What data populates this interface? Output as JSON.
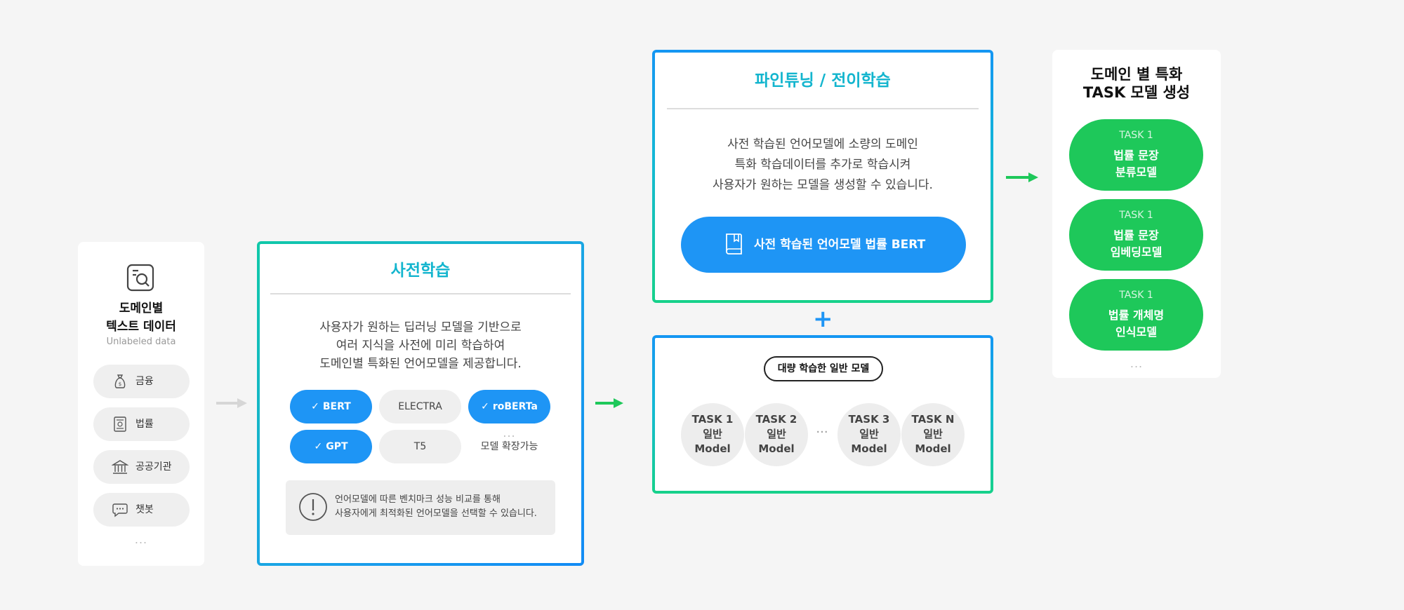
{
  "data_panel": {
    "title_line1": "도메인별",
    "title_line2": "텍스트 데이터",
    "subtitle": "Unlabeled data",
    "items": [
      {
        "label": "금융",
        "icon": "money-bag-icon"
      },
      {
        "label": "법률",
        "icon": "law-document-icon"
      },
      {
        "label": "공공기관",
        "icon": "government-building-icon"
      },
      {
        "label": "챗봇",
        "icon": "chat-bubble-icon"
      }
    ],
    "more": "..."
  },
  "pretrain": {
    "title": "사전학습",
    "desc_line1": "사용자가 원하는 딥러닝 모델을 기반으로",
    "desc_line2": "여러 지식을 사전에 미리 학습하여",
    "desc_line3": "도메인별 특화된 언어모델을 제공합니다.",
    "models": [
      {
        "label": "BERT",
        "selected": true
      },
      {
        "label": "ELECTRA",
        "selected": false
      },
      {
        "label": "roBERTa",
        "selected": true
      },
      {
        "label": "GPT",
        "selected": true
      },
      {
        "label": "T5",
        "selected": false
      }
    ],
    "more_dots": "...",
    "more_label": "모델 확장가능",
    "notice_line1": "언어모델에 따른 벤치마크 성능 비교를 통해",
    "notice_line2": "사용자에게 최적화된 언어모델을 선택할 수 있습니다."
  },
  "finetune": {
    "title": "파인튜닝 / 전이학습",
    "desc_line1": "사전 학습된 언어모델에 소량의 도메인",
    "desc_line2": "특화 학습데이터를 추가로 학습시켜",
    "desc_line3": "사용자가 원하는 모델을 생성할 수 있습니다.",
    "cta_label": "사전 학습된 언어모델 법률 BERT"
  },
  "plus_sign": "+",
  "general": {
    "badge": "대량 학습한 일반 모델",
    "models": [
      {
        "task": "TASK 1",
        "kind": "일반",
        "model": "Model"
      },
      {
        "task": "TASK 2",
        "kind": "일반",
        "model": "Model"
      },
      {
        "task": "TASK 3",
        "kind": "일반",
        "model": "Model"
      },
      {
        "task": "TASK N",
        "kind": "일반",
        "model": "Model"
      }
    ],
    "ellipsis": "···"
  },
  "tasks": {
    "title_line1": "도메인 별 특화",
    "title_line2": "TASK 모델 생성",
    "items": [
      {
        "head": "TASK 1",
        "line1": "법률 문장",
        "line2": "분류모델"
      },
      {
        "head": "TASK 1",
        "line1": "법률 문장",
        "line2": "임베딩모델"
      },
      {
        "head": "TASK 1",
        "line1": "법률 개체명",
        "line2": "인식모델"
      }
    ],
    "more": "..."
  },
  "colors": {
    "accent_blue": "#1e95f5",
    "accent_teal": "#13b5ce",
    "accent_green": "#1ec85a",
    "arrow_gray": "#d6d6d6"
  }
}
